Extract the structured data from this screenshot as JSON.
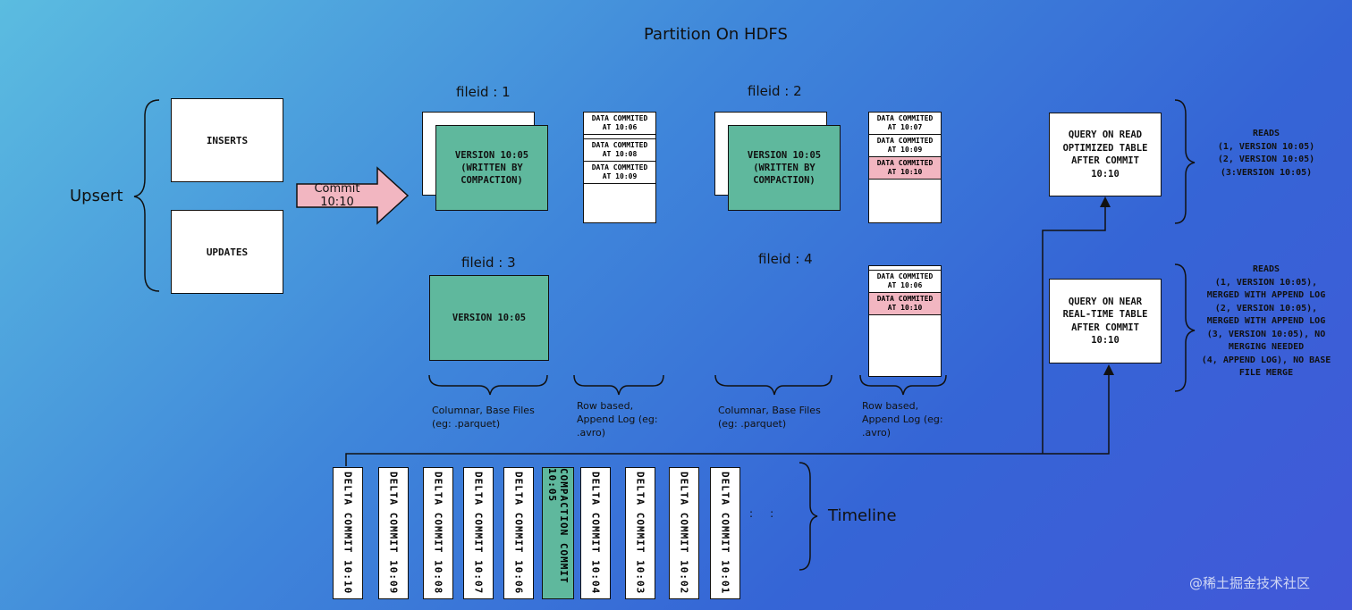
{
  "title": "Partition On HDFS",
  "upsert": {
    "label": "Upsert",
    "inserts": "INSERTS",
    "updates": "UPDATES",
    "arrow_label": "Commit 10:10"
  },
  "files": {
    "f1": {
      "label": "fileid : 1",
      "version": "VERSION 10:05\n(WRITTEN BY\nCOMPACTION)",
      "log": [
        "DATA COMMITED\nAT 10:06",
        "DATA COMMITED\nAT 10:08",
        "DATA COMMITED\nAT 10:09"
      ]
    },
    "f2": {
      "label": "fileid : 2",
      "version": "VERSION 10:05\n(WRITTEN BY\nCOMPACTION)",
      "log": [
        "DATA COMMITED\nAT 10:07",
        "DATA COMMITED\nAT 10:09",
        "DATA COMMITED\nAT 10:10"
      ]
    },
    "f3": {
      "label": "fileid : 3",
      "version": "VERSION 10:05"
    },
    "f4": {
      "label": "fileid : 4",
      "log": [
        "DATA COMMITED\nAT 10:06",
        "DATA COMMITED\nAT 10:10"
      ]
    }
  },
  "notes": {
    "columnar1": "Columnar, Base Files\n(eg: .parquet)",
    "row1": "Row based,\nAppend Log  (eg:\n.avro)",
    "columnar2": "Columnar, Base Files\n(eg: .parquet)",
    "row2": "Row based,\nAppend Log  (eg:\n.avro)"
  },
  "queries": {
    "optimized": "QUERY ON READ\nOPTIMIZED TABLE\nAFTER COMMIT\n10:10",
    "realtime": "QUERY ON NEAR\nREAL-TIME TABLE\nAFTER COMMIT\n10:10",
    "reads_optimized": "READS\n(1, VERSION 10:05)\n(2, VERSION 10:05)\n(3:VERSION 10:05)",
    "reads_realtime": "READS\n(1, VERSION 10:05),\nMERGED WITH APPEND LOG\n(2, VERSION 10:05),\nMERGED WITH APPEND LOG\n(3, VERSION 10:05), NO\nMERGING NEEDED\n(4, APPEND LOG), NO BASE\nFILE MERGE"
  },
  "timeline": {
    "label": "Timeline",
    "commits": [
      "DELTA COMMIT  10:10",
      "DELTA COMMIT  10:09",
      "DELTA COMMIT  10:08",
      "DELTA COMMIT  10:07",
      "DELTA COMMIT  10:06",
      "COMPACTION COMMIT  10:05",
      "DELTA COMMIT  10:04",
      "DELTA COMMIT  10:03",
      "DELTA COMMIT  10:02",
      "DELTA COMMIT  10:01"
    ],
    "ellipsis": ":     :"
  },
  "watermark": "@稀土掘金技术社区",
  "colors": {
    "green": "#5fb89d",
    "pink": "#f2b6c1",
    "arrow": "#f2b6c1"
  }
}
